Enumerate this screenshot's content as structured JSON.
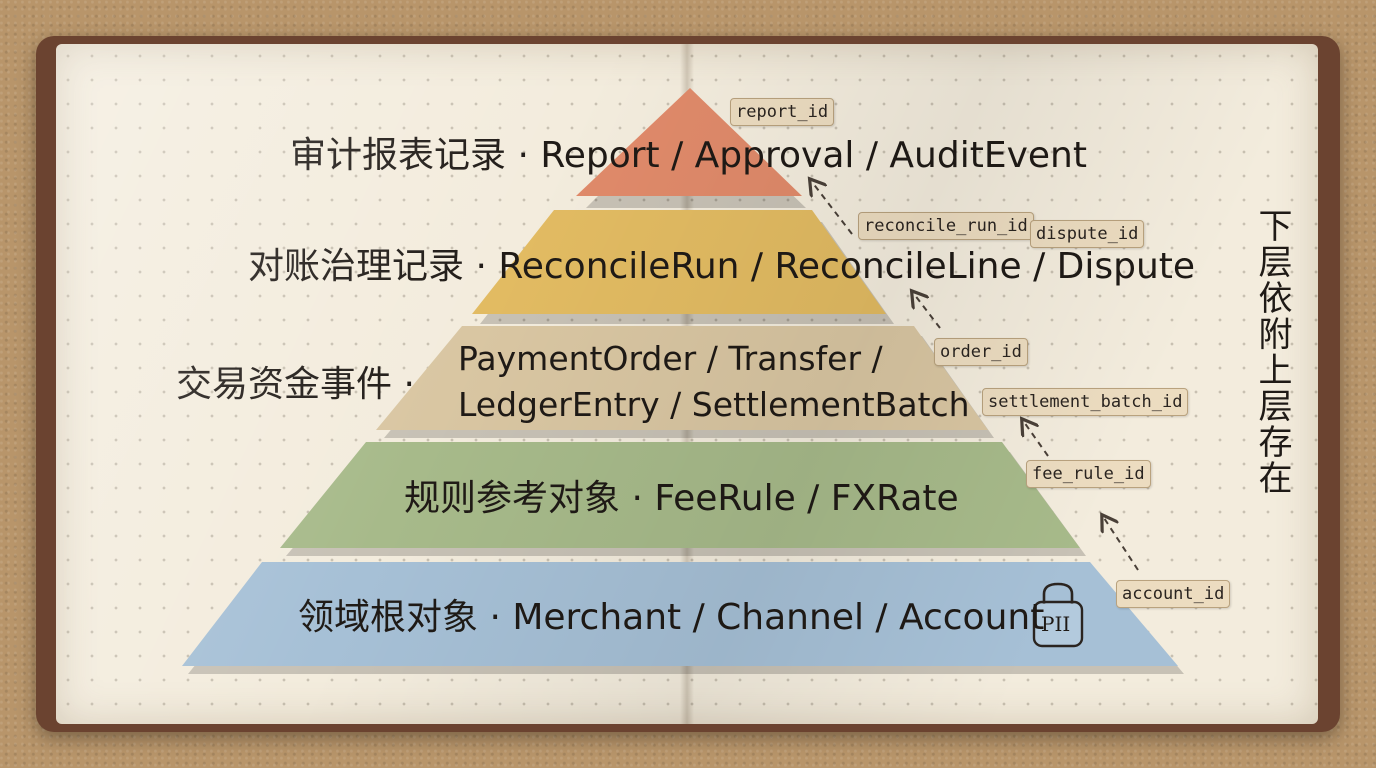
{
  "layers": [
    {
      "label": "审计报表记录 · Report / Approval / AuditEvent",
      "color": "#e08a6a"
    },
    {
      "label": "对账治理记录 · ReconcileRun / ReconcileLine / Dispute",
      "color": "#e2bb62"
    },
    {
      "label_prefix": "交易资金事件 ·",
      "label_line1": "PaymentOrder / Transfer /",
      "label_line2": "LedgerEntry / SettlementBatch",
      "color": "#d9c6a2"
    },
    {
      "label": "规则参考对象 · FeeRule / FXRate",
      "color": "#a7ba8a"
    },
    {
      "label": "领域根对象 · Merchant / Channel / Account",
      "color": "#a6c0d6",
      "badge": "PII"
    }
  ],
  "keys": [
    "report_id",
    "reconcile_run_id",
    "dispute_id",
    "order_id",
    "settlement_batch_id",
    "fee_rule_id",
    "account_id"
  ],
  "side_note": "下层依附上层存在"
}
